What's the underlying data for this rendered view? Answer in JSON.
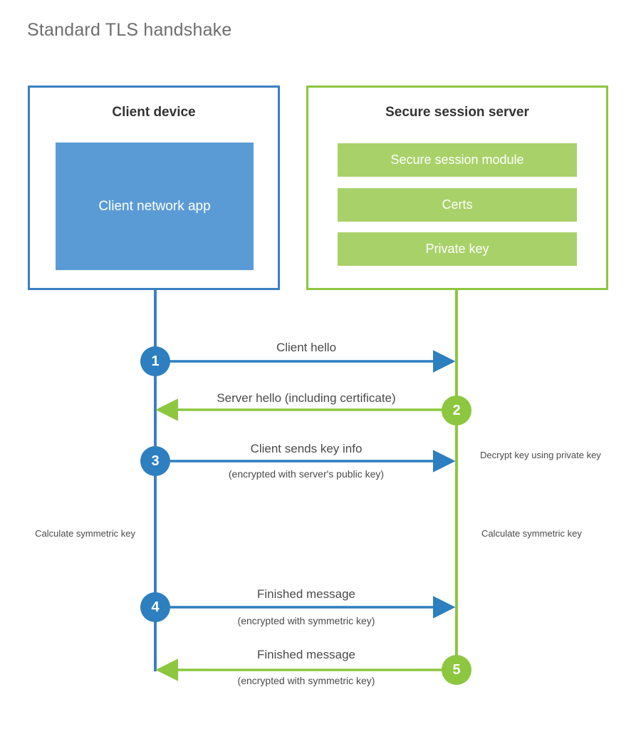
{
  "title": "Standard TLS handshake",
  "colors": {
    "client_border": "#3a7fc2",
    "client_fill": "#5b9bd5",
    "server_border": "#8dc63f",
    "server_fill": "#a9d169",
    "step_blue": "#2d7fbf",
    "step_green": "#8dc63f",
    "text": "#4a4a4a",
    "title_text": "#6e6e6e"
  },
  "client_panel": {
    "title": "Client device",
    "app_label": "Client network app"
  },
  "server_panel": {
    "title": "Secure session server",
    "bars": [
      {
        "label": "Secure session module"
      },
      {
        "label": "Certs"
      },
      {
        "label": "Private key"
      }
    ]
  },
  "steps": [
    {
      "number": "1",
      "label": "Client hello",
      "sub": "",
      "direction": "client-to-server",
      "color": "blue"
    },
    {
      "number": "2",
      "label": "Server hello (including certificate)",
      "sub": "",
      "direction": "server-to-client",
      "color": "green"
    },
    {
      "number": "3",
      "label": "Client sends key info",
      "sub": "(encrypted with server's public key)",
      "direction": "client-to-server",
      "color": "blue"
    },
    {
      "number": "4",
      "label": "Finished message",
      "sub": "(encrypted with symmetric key)",
      "direction": "client-to-server",
      "color": "blue"
    },
    {
      "number": "5",
      "label": "Finished message",
      "sub": "(encrypted with symmetric key)",
      "direction": "server-to-client",
      "color": "green"
    }
  ],
  "notes": {
    "decrypt_key": "Decrypt key using private key",
    "calculate_symmetric_key_client": "Calculate symmetric key",
    "calculate_symmetric_key_server": "Calculate symmetric key"
  }
}
